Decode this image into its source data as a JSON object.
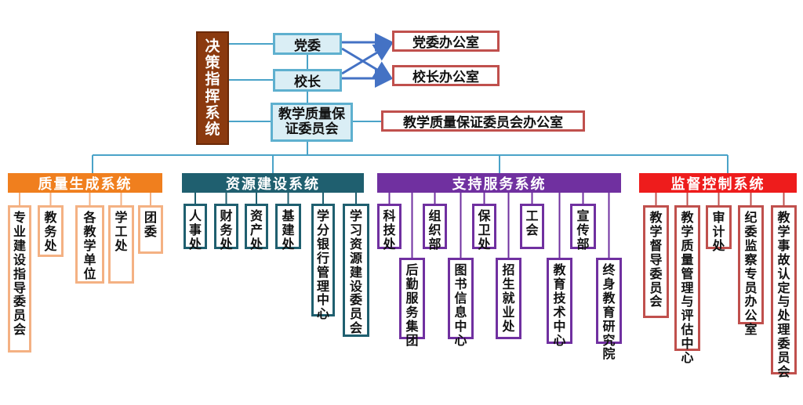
{
  "decision_system": {
    "title": [
      "决",
      "策",
      "指",
      "挥",
      "系",
      "统"
    ]
  },
  "party_committee": "党委",
  "president": "校长",
  "party_office": "党委办公室",
  "president_office": "校长办公室",
  "qa_committee": [
    "教学质量保",
    "证委员会"
  ],
  "qa_committee_office": "教学质量保证委员会办公室",
  "groups": {
    "quality": {
      "title": "质量生成系统",
      "color": "#f07f1e",
      "units": [
        "专业建设指导委员会",
        "教务处",
        "各教学单位",
        "学工处",
        "团委"
      ]
    },
    "resource": {
      "title": "资源建设系统",
      "color": "#1f5f6f",
      "units": [
        "人事处",
        "财务处",
        "资产处",
        "基建处",
        "学分银行管理中心",
        "学习资源建设委员会"
      ]
    },
    "support": {
      "title": "支持服务系统",
      "color": "#7030a0",
      "units": [
        "科技处",
        "后勤服务集团",
        "组织部",
        "图书信息中心",
        "保卫处",
        "招生就业处",
        "工会",
        "教育技术中心",
        "宣传部",
        "终身教育研究院"
      ]
    },
    "supervision": {
      "title": "监督控制系统",
      "color": "#ee1c1c",
      "units": [
        "教学督导委员会",
        "教学质量管理与评估中心",
        "审计处",
        "纪委监察专员办公室",
        "教学事故认定与处理委员会"
      ]
    }
  },
  "colors": {
    "connector": "#4aa3c8",
    "arrow": "#4472c4"
  }
}
